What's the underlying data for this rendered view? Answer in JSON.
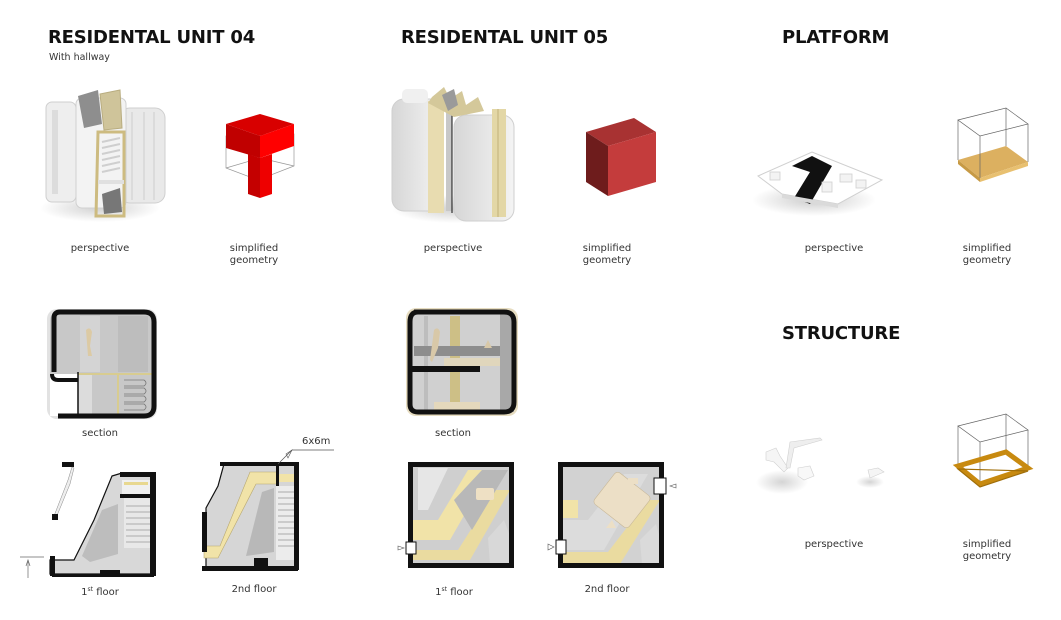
{
  "sections": {
    "unit04": {
      "title": "RESIDENTAL UNIT 04",
      "subtitle": "With hallway",
      "perspective_caption": "perspective",
      "simplified_caption_line1": "simplified",
      "simplified_caption_line2": "geometry",
      "section_caption": "section",
      "floor1_caption_num": "1",
      "floor1_caption_sup": "st",
      "floor1_caption_word": " floor",
      "floor2_caption": "2nd floor",
      "dimension_label": "6x6m"
    },
    "unit05": {
      "title": "RESIDENTAL UNIT 05",
      "perspective_caption": "perspective",
      "simplified_caption_line1": "simplified",
      "simplified_caption_line2": "geometry",
      "section_caption": "section",
      "floor1_caption_num": "1",
      "floor1_caption_sup": "st",
      "floor1_caption_word": " floor",
      "floor2_caption": "2nd floor"
    },
    "platform": {
      "title": "PLATFORM",
      "perspective_caption": "perspective",
      "simplified_caption_line1": "simplified",
      "simplified_caption_line2": "geometry"
    },
    "structure": {
      "title": "STRUCTURE",
      "perspective_caption": "perspective",
      "simplified_caption_line1": "simplified",
      "simplified_caption_line2": "geometry"
    }
  },
  "colors": {
    "unit04_block": "#e00000",
    "unit05_block": "#b83030",
    "platform_slab": "#dcb060",
    "structure_frame": "#c88a10",
    "accent_gold": "#d8c890",
    "wall_black": "#111111",
    "module_grey": "#d5d5d5"
  }
}
